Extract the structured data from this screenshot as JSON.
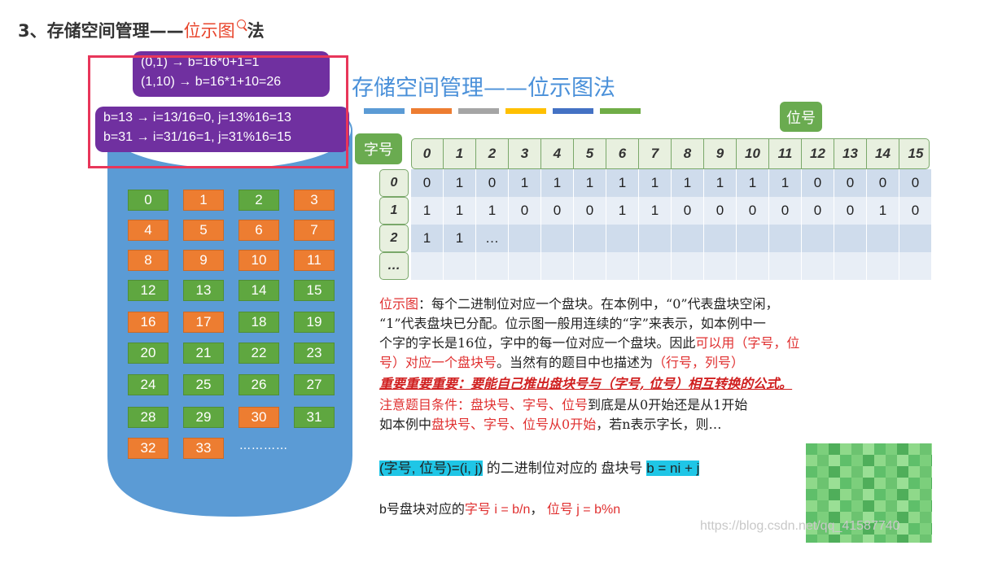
{
  "heading": {
    "prefix": "3、存储空间管理——",
    "link": "位示图",
    "suffix": "法"
  },
  "slide_title": "存储空间管理——位示图法",
  "colors": {
    "accent_blue": "#4a90d9",
    "callout": "#7030a0",
    "green_block": "#5fa740",
    "orange_block": "#ed7d31",
    "highlight": "#1fc6e6",
    "red_text": "#e03030"
  },
  "callouts": {
    "top": [
      "(0,1) → b=16*0+1=1",
      "(1,10) → b=16*1+10=26"
    ],
    "bottom": [
      "b=13 → i=13/16=0, j=13%16=13",
      "b=31 → i=31/16=1, j=31%16=15"
    ]
  },
  "disk": {
    "blocks": [
      {
        "n": "0",
        "c": "g"
      },
      {
        "n": "1",
        "c": "o"
      },
      {
        "n": "2",
        "c": "g"
      },
      {
        "n": "3",
        "c": "o"
      },
      {
        "n": "4",
        "c": "o"
      },
      {
        "n": "5",
        "c": "o"
      },
      {
        "n": "6",
        "c": "o"
      },
      {
        "n": "7",
        "c": "o"
      },
      {
        "n": "8",
        "c": "o"
      },
      {
        "n": "9",
        "c": "o"
      },
      {
        "n": "10",
        "c": "o"
      },
      {
        "n": "11",
        "c": "o"
      },
      {
        "n": "12",
        "c": "g"
      },
      {
        "n": "13",
        "c": "g"
      },
      {
        "n": "14",
        "c": "g"
      },
      {
        "n": "15",
        "c": "g"
      },
      {
        "n": "16",
        "c": "o"
      },
      {
        "n": "17",
        "c": "o"
      },
      {
        "n": "18",
        "c": "g"
      },
      {
        "n": "19",
        "c": "g"
      },
      {
        "n": "20",
        "c": "g"
      },
      {
        "n": "21",
        "c": "g"
      },
      {
        "n": "22",
        "c": "g"
      },
      {
        "n": "23",
        "c": "g"
      },
      {
        "n": "24",
        "c": "g"
      },
      {
        "n": "25",
        "c": "g"
      },
      {
        "n": "26",
        "c": "g"
      },
      {
        "n": "27",
        "c": "g"
      },
      {
        "n": "28",
        "c": "g"
      },
      {
        "n": "29",
        "c": "g"
      },
      {
        "n": "30",
        "c": "o"
      },
      {
        "n": "31",
        "c": "g"
      },
      {
        "n": "32",
        "c": "o"
      },
      {
        "n": "33",
        "c": "o"
      }
    ],
    "ellipsis": "…………"
  },
  "table": {
    "bit_label": "位号",
    "word_label": "字号",
    "columns": [
      "0",
      "1",
      "2",
      "3",
      "4",
      "5",
      "6",
      "7",
      "8",
      "9",
      "10",
      "11",
      "12",
      "13",
      "14",
      "15"
    ],
    "row_labels": [
      "0",
      "1",
      "2",
      "…"
    ],
    "rows": [
      [
        "0",
        "1",
        "0",
        "1",
        "1",
        "1",
        "1",
        "1",
        "1",
        "1",
        "1",
        "1",
        "0",
        "0",
        "0",
        "0"
      ],
      [
        "1",
        "1",
        "1",
        "0",
        "0",
        "0",
        "1",
        "1",
        "0",
        "0",
        "0",
        "0",
        "0",
        "0",
        "1",
        "0"
      ],
      [
        "1",
        "1",
        "…",
        "",
        "",
        "",
        "",
        "",
        "",
        "",
        "",
        "",
        "",
        "",
        "",
        ""
      ],
      [
        "",
        "",
        "",
        "",
        "",
        "",
        "",
        "",
        "",
        "",
        "",
        "",
        "",
        "",
        "",
        ""
      ]
    ]
  },
  "text": {
    "p1_red": "位示图",
    "p1_a": "：每个二进制位对应一个盘块。在本例中，“0”代表盘块空闲，",
    "p2": "“1”代表盘块已分配。位示图一般用连续的“字”来表示，如本例中一",
    "p3_a": "个字的字长是16位，字中的每一位对应一个盘块。因此",
    "p3_red": "可以用（字号，位",
    "p4_red1": "号）对应一个盘块号",
    "p4_a": "。当然有的题目中也描述为",
    "p4_red2": "（行号，列号）",
    "p5": "重要重要重要：要能自己推出盘块号与（字号, 位号）相互转换的公式。",
    "p6_red": "注意题目条件：盘块号、字号、位号",
    "p6_a": "到底是从0开始还是从1开始",
    "p7_a": "如本例中",
    "p7_red": "盘块号、字号、位号从0开始",
    "p7_b": "，若n表示字长，则…",
    "f1_a": "(字号, 位号)=(i, j)",
    "f1_b": " 的二进制位对应的 盘块号 ",
    "f1_c": "b = ni + j",
    "f2_a": "b号盘块对应的",
    "f2_red1": "字号 i = b/n",
    "f2_b": "， ",
    "f2_red2": "位号 j = b%n"
  },
  "watermark": "https://blog.csdn.net/qq_41587740"
}
